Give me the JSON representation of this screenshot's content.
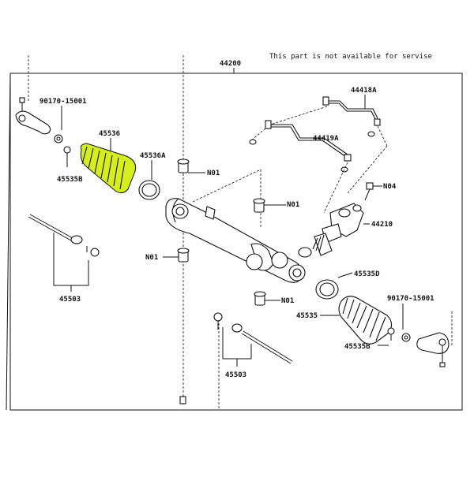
{
  "note": "This part is not available for servise",
  "labels": {
    "assy": "44200",
    "clip_left": "90170-15001",
    "boot_highlight": "45536",
    "clamp_a": "45536A",
    "clip_b_left": "45535B",
    "rod_left": "45503",
    "n01_a": "N01",
    "n01_b": "N01",
    "n01_c": "N01",
    "n01_d": "N01",
    "tube_a": "44418A",
    "tube_b": "44419A",
    "n04": "N04",
    "valve": "44210",
    "clamp_d": "45535D",
    "clip_right": "90170-15001",
    "boot_right": "45535",
    "clip_b_right": "45535B",
    "rod_right": "45503"
  },
  "colors": {
    "highlight": "#d4ef1c",
    "line": "#111111"
  }
}
